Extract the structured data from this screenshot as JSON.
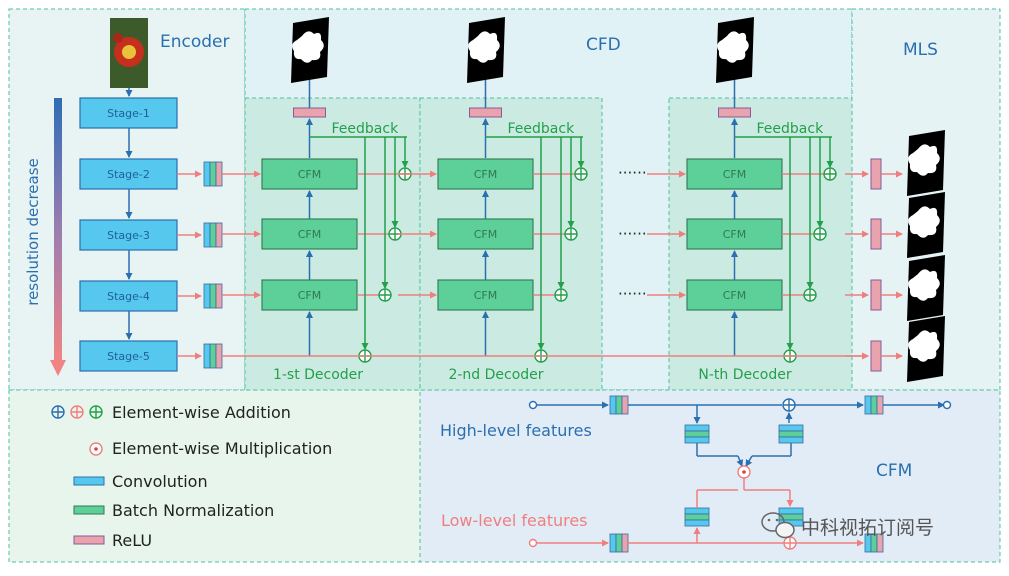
{
  "sections": {
    "encoder_title": "Encoder",
    "cfd_title": "CFD",
    "mls_title": "MLS",
    "cfm_title": "CFM"
  },
  "encoder": {
    "axis_label": "resolution decrease",
    "stages": [
      "Stage-1",
      "Stage-2",
      "Stage-3",
      "Stage-4",
      "Stage-5"
    ]
  },
  "decoders": [
    {
      "label": "1-st Decoder",
      "feedback": "Feedback",
      "modules": [
        "CFM",
        "CFM",
        "CFM"
      ]
    },
    {
      "label": "2-nd Decoder",
      "feedback": "Feedback",
      "modules": [
        "CFM",
        "CFM",
        "CFM"
      ]
    },
    {
      "label": "N-th Decoder",
      "feedback": "Feedback",
      "modules": [
        "CFM",
        "CFM",
        "CFM"
      ]
    }
  ],
  "ellipsis": [
    "······",
    "······",
    "······"
  ],
  "legend": {
    "addition": "Element-wise Addition",
    "multiplication": "Element-wise Multiplication",
    "convolution": "Convolution",
    "batch_norm": "Batch Normalization",
    "relu": "ReLU"
  },
  "cfm_detail": {
    "high_label": "High-level features",
    "low_label": "Low-level features"
  },
  "watermark": "中科视拓订阅号",
  "colors": {
    "blue": "#2a6fb0",
    "green": "#22a04a",
    "red": "#ef7f7f",
    "stage_fill": "#56c8ee",
    "cfm_fill": "#5dcf98",
    "relu_fill": "#e8a3ac"
  }
}
